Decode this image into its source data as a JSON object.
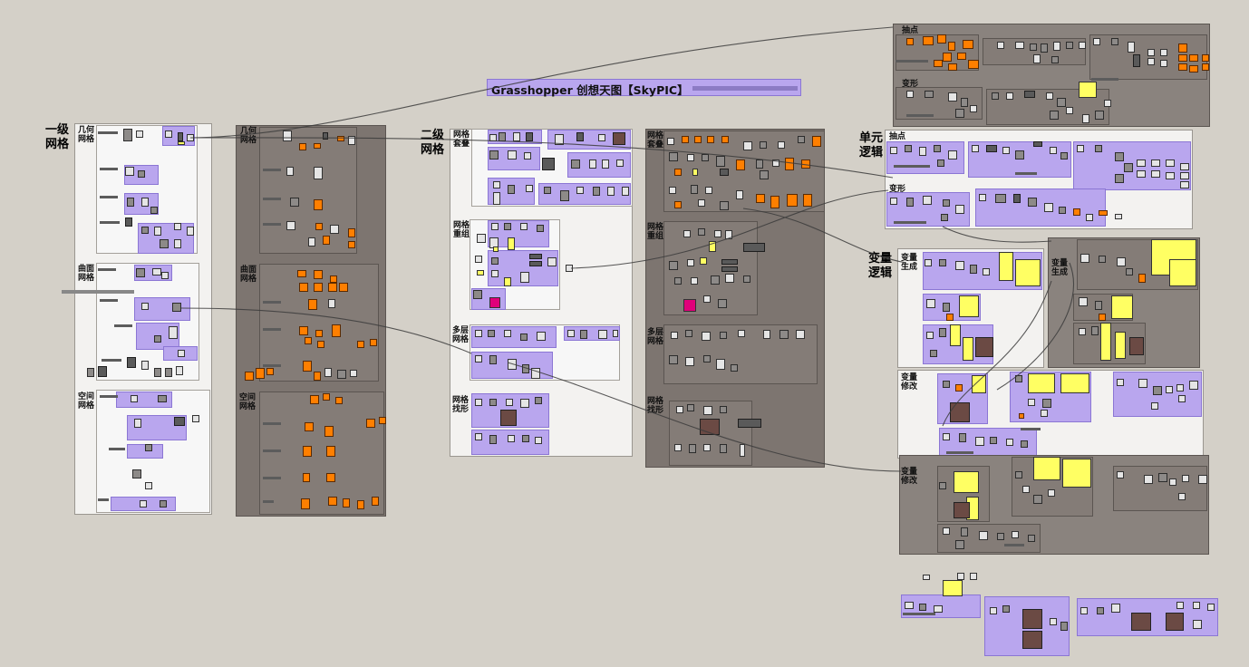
{
  "title": {
    "main": "Grasshopper 创想天图【SkyPIC】"
  },
  "sections": {
    "level1": "一级\n网格",
    "level2": "二级\n网格",
    "unit_logic": "单元\n逻辑",
    "variable_logic": "变量\n逻辑"
  },
  "groups": {
    "l1_geometry": "几何\n网格",
    "l1_surface": "曲面\n网格",
    "l1_space": "空间\n网格",
    "d1_geometry": "几何\n网格",
    "d1_surface": "曲面\n网格",
    "d1_space": "空间\n网格",
    "l2_overlay": "网格\n套叠",
    "l2_recombine": "网格\n重组",
    "l2_multilayer": "多层\n网格",
    "l2_formfind": "网格\n找形",
    "d2_overlay": "网格\n套叠",
    "d2_recombine": "网格\n重组",
    "d2_multilayer": "多层\n网格",
    "d2_formfind": "网格\n找形",
    "top_extract": "抽点",
    "top_deform": "变形",
    "unit_extract": "抽点",
    "unit_deform": "变形",
    "var_generate": "变量\n生成",
    "var_generate_dark": "变量\n生成",
    "var_modify": "变量\n修改",
    "var_modify_dark": "变量\n修改"
  },
  "colors": {
    "canvas": "#d4d0c8",
    "group_purple": "#b9a6ee",
    "group_dark": "#7d7570",
    "param_orange": "#ff7f00",
    "panel_yellow": "#ffff63",
    "swatch_pink": "#e0007a"
  }
}
